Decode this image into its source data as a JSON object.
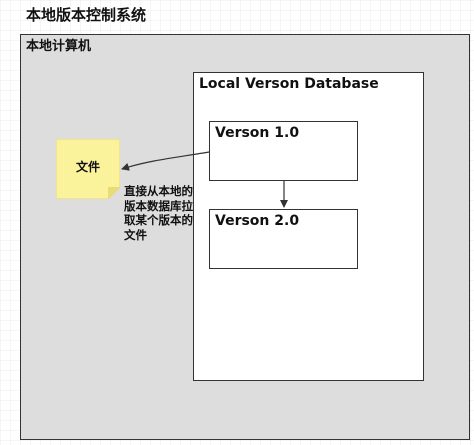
{
  "diagram": {
    "title": "本地版本控制系统",
    "computer": {
      "label": "本地计算机"
    },
    "database": {
      "label": "Local Verson Database",
      "versions": [
        {
          "label": "Verson 1.0"
        },
        {
          "label": "Verson 2.0"
        }
      ]
    },
    "file": {
      "label": "文件",
      "note_color": "#fbf39c"
    },
    "annotation": "直接从本地的版本数据库拉取某个版本的文件",
    "colors": {
      "computer_fill": "#dddddd",
      "box_fill": "#ffffff",
      "stroke": "#333333"
    }
  }
}
